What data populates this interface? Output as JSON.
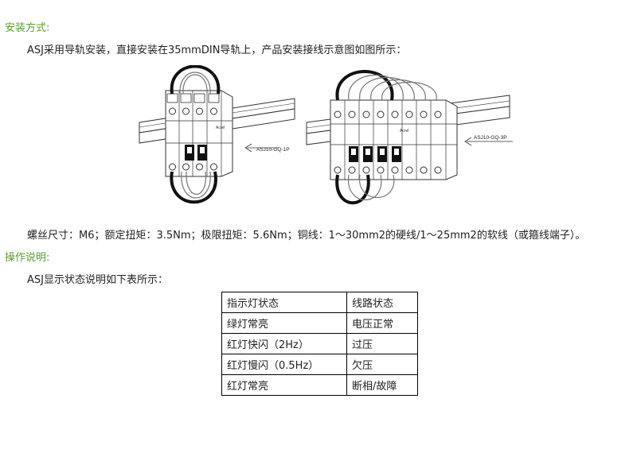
{
  "install": {
    "heading": "安装方式:",
    "intro": "ASJ采用导轨安装，直接安装在35mmDIN导轨上，产品安装接线示意图如图所示：",
    "figure_label_1p": "ASJ10-GQ-1P",
    "figure_label_3p": "ASJ10-GQ-3P",
    "brand_mark": "Acrel",
    "spec": "螺丝尺寸：M6；额定扭矩：3.5Nm；极限扭矩：5.6Nm；铜线：1～30mm2的硬线/1～25mm2的软线（或箍线端子）。"
  },
  "operation": {
    "heading": "操作说明:",
    "intro": "ASJ显示状态说明如下表所示："
  },
  "status_table": {
    "headers": [
      "指示灯状态",
      "线路状态"
    ],
    "rows": [
      [
        "绿灯常亮",
        "电压正常"
      ],
      [
        "红灯快闪（2Hz）",
        "过压"
      ],
      [
        "红灯慢闪（0.5Hz）",
        "欠压"
      ],
      [
        "红灯常亮",
        "断相/故障"
      ]
    ]
  },
  "colors": {
    "heading": "#5a9e2f",
    "text": "#222222"
  }
}
